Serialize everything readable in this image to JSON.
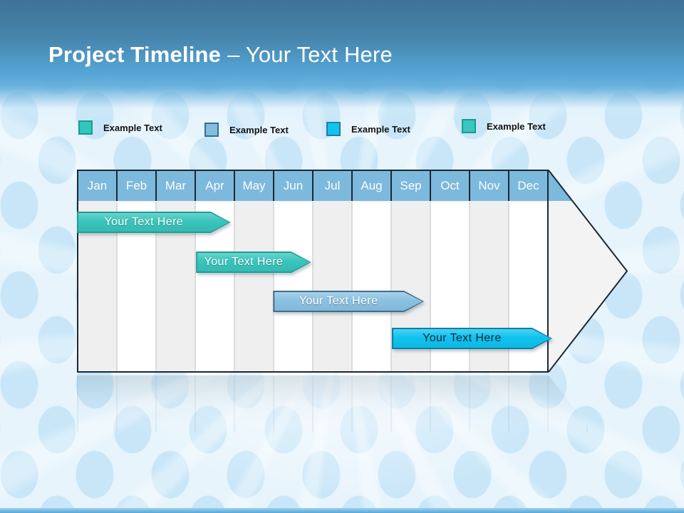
{
  "slide": {
    "title_bold": "Project Timeline",
    "title_rest": "– Your Text Here"
  },
  "legend": {
    "items": [
      {
        "label": "Example Text",
        "fill": "#2FC7B9",
        "border": "#1B9B90"
      },
      {
        "label": "Example Text",
        "fill": "#85BEDD",
        "border": "#2E6F96"
      },
      {
        "label": "Example Text",
        "fill": "#12C3EF",
        "border": "#1D7FA0"
      },
      {
        "label": "Example Text",
        "fill": "#3AC6BC",
        "border": "#1B9B90"
      }
    ]
  },
  "timeline": {
    "months": [
      "Jan",
      "Feb",
      "Mar",
      "Apr",
      "May",
      "Jun",
      "Jul",
      "Aug",
      "Sep",
      "Oct",
      "Nov",
      "Dec"
    ],
    "header_fill": "#7CB9DC",
    "grid_colors": {
      "odd_column": "#EFEFEF",
      "even_column": "#FFFFFF",
      "outline": "#1B2834"
    },
    "bars": [
      {
        "label": "Your Text Here",
        "row": 0,
        "start_month": 0.0,
        "end_month": 3.4,
        "fill": "#38C4BB",
        "border": "#1E9E97",
        "text_color": "#FFFFFF"
      },
      {
        "label": "Your Text Here",
        "row": 1,
        "start_month": 3.03,
        "end_month": 5.45,
        "fill": "#38C4BB",
        "border": "#1E9E97",
        "text_color": "#FFFFFF"
      },
      {
        "label": "Your Text Here",
        "row": 2,
        "start_month": 4.99,
        "end_month": 8.32,
        "fill": "#8AC1E1",
        "border": "#3F6E8E",
        "text_color": "#FFFFFF"
      },
      {
        "label": "Your Text Here",
        "row": 3,
        "start_month": 8.01,
        "end_month": 11.58,
        "fill": "#0FC2EF",
        "border": "#0E7FA6",
        "text_color": "#10293A"
      }
    ]
  }
}
